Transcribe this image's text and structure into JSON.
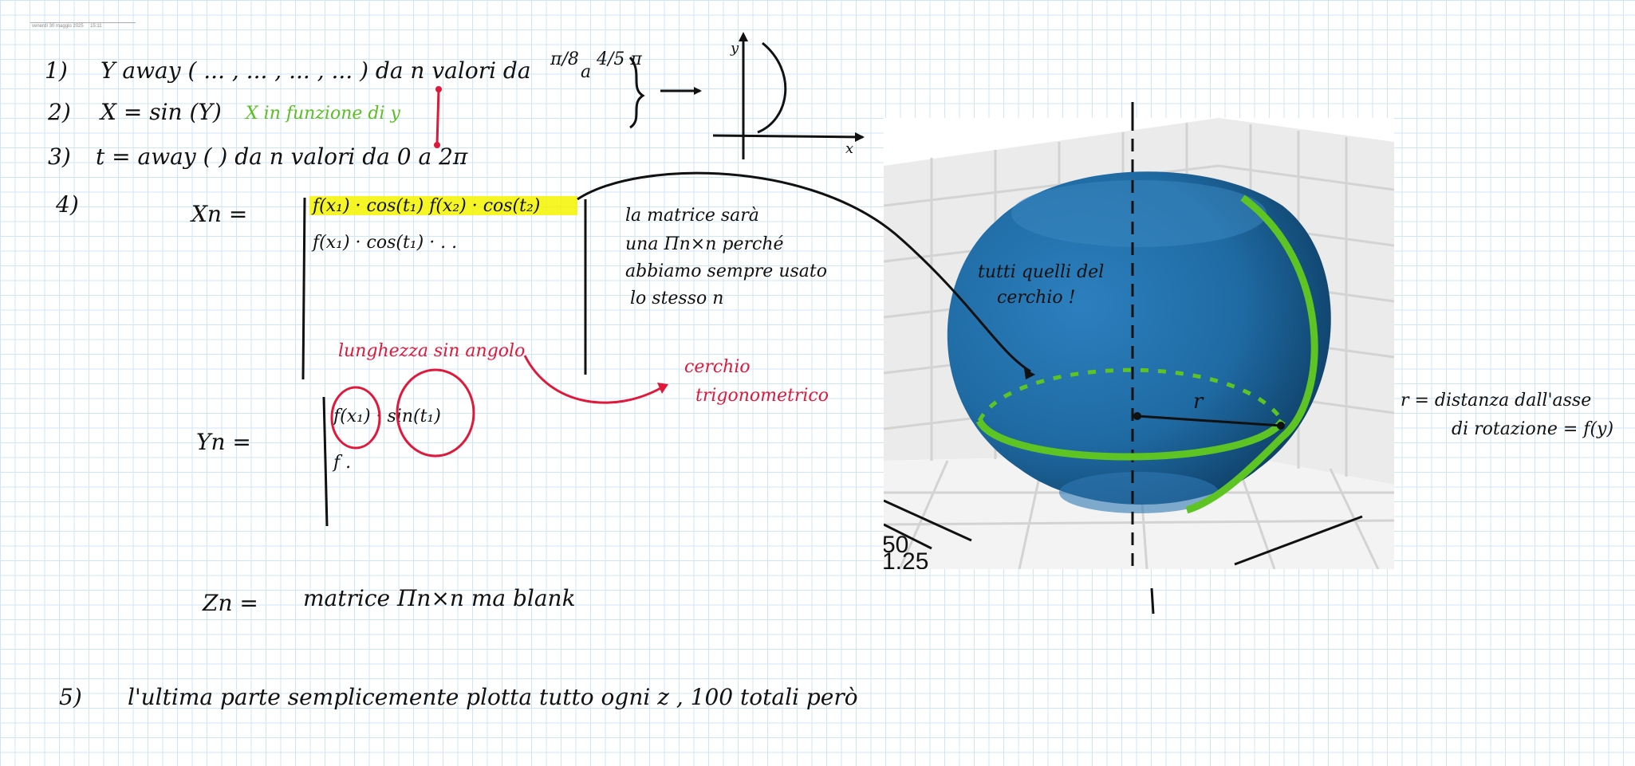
{
  "header": {
    "date": "venerdì 30 maggio 2025",
    "time": "15:11"
  },
  "notes": {
    "step1": {
      "num": "1)",
      "text": "Y away ( ... , ... , ... , ... )  da  n  valori  da",
      "range_a": "π/8",
      "a": "a",
      "range_b": "4/5 π"
    },
    "step2": {
      "num": "2)",
      "text": "X =  sin (Y)",
      "comment": "X in funzione di y"
    },
    "step3": {
      "num": "3)",
      "text": "t = away  (                )  da   n  valori  da  0  a  2π"
    },
    "step4": {
      "num": "4)",
      "xn_label": "Xn =",
      "xn_row1": "f(x₁) · cos(t₁)   f(x₂) · cos(t₂)",
      "xn_row2": "f(x₁) · cos(t₁) · . .",
      "matrix_note": [
        "la matrice sarà",
        "una Πn×n perché",
        "abbiamo sempre usato",
        "lo stesso  n"
      ],
      "red_label": "lunghezza   sin angolo",
      "red_target": [
        "cerchio",
        "trigonometrico"
      ],
      "yn_label": "Yn  =",
      "yn_row1": "f(x₁) · sin(t₁)",
      "yn_row2": "f ."
    },
    "zn": {
      "label": "Zn =",
      "text": "matrice   Πn×n   ma  blank"
    },
    "step5": {
      "num": "5)",
      "text": "l'ultima  parte  semplicemente  plotta  tutto  ogni  z ,  100  totali  però"
    }
  },
  "plot": {
    "axis_labels": [
      "50",
      "1.25"
    ],
    "annotation": [
      "tutti quelli del",
      "cerchio !"
    ],
    "radius_label": "r",
    "colors": {
      "surface": "#1f6aa3",
      "circle": "#5dc423",
      "grid": "#d6d6d6",
      "panel": "#ebebeb"
    }
  },
  "right_note": [
    "r = distanza dall'asse",
    "di rotazione  =  f(y)"
  ],
  "sketch": {
    "y_label": "y",
    "x_label": "x"
  },
  "colors": {
    "accent_green": "#58c021",
    "accent_red": "#e0183a",
    "highlight": "#f4f400"
  }
}
